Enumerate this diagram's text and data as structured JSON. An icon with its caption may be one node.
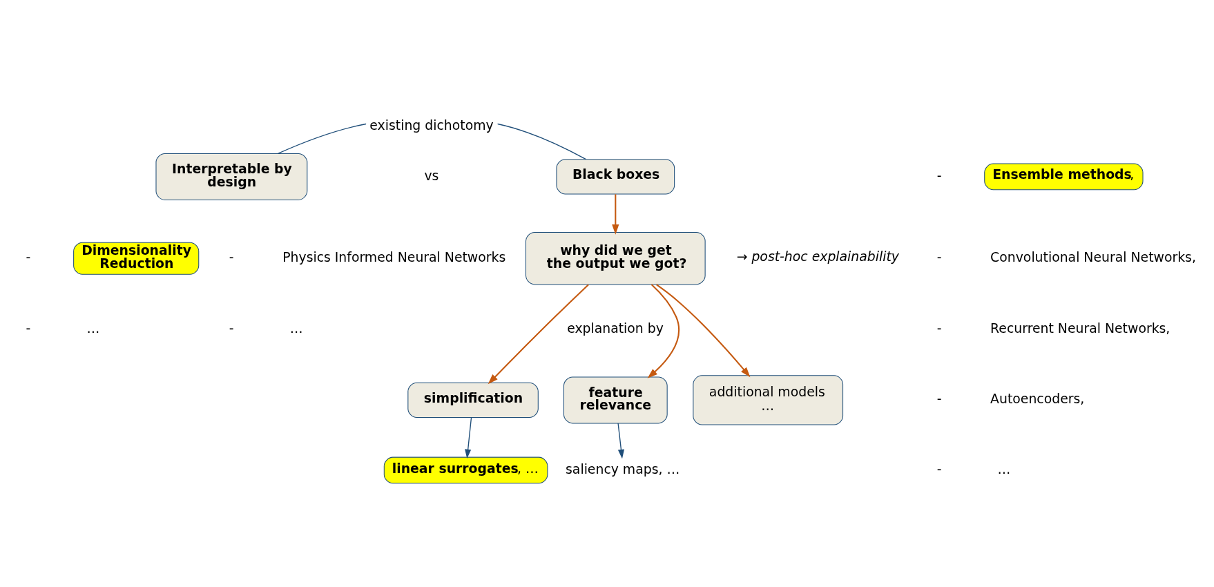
{
  "diagram": {
    "nodes": [
      {
        "text": [
          "Interpretable by design"
        ]
      },
      {
        "text": [
          "Black boxes"
        ]
      },
      {
        "text": [
          "why did we get the output we got?"
        ],
        "beside": [
          "→ post-hoc explainability",
          "explanation by"
        ]
      },
      {
        "text": [
          "Dimensionality Reduction"
        ]
      },
      {
        "text": [
          "**Ensemble methods**,"
        ]
      },
      {
        "text": [
          "simplification"
        ]
      },
      {
        "text": [
          "feature relevance"
        ]
      },
      {
        "text": [
          "additional models …"
        ]
      },
      {
        "text": [
          "**linear surrogates**, …"
        ]
      },
      {
        "text": [
          "saliency maps, …"
        ]
      }
    ],
    "edges": [
      {
        "from": 0,
        "to": 1,
        "arrow": "none",
        "label": "existing dichotomy",
        "color": "#1f4e79"
      },
      {
        "from": 1,
        "to": 2,
        "arrow": "to"
      },
      {
        "from": 2,
        "to": 5,
        "arrow": "to"
      },
      {
        "from": 2,
        "to": 6,
        "arrow": "to"
      },
      {
        "from": 2,
        "to": 7,
        "arrow": "to"
      },
      {
        "from": 5,
        "to": 8,
        "arrow": "to",
        "color": "#1f4e79"
      },
      {
        "from": 6,
        "to": 9,
        "arrow": "to",
        "color": "#1f4e79"
      }
    ],
    "labels": [
      "vs",
      "-",
      "-",
      "Convolutional Neural Networks,",
      "-",
      "Recurrent Neural Networks,",
      "-",
      "Autoencoders,",
      "-",
      "…",
      "-",
      "-",
      "…",
      "-",
      "Physics Informed Neural Networks",
      "-",
      "…"
    ]
  }
}
